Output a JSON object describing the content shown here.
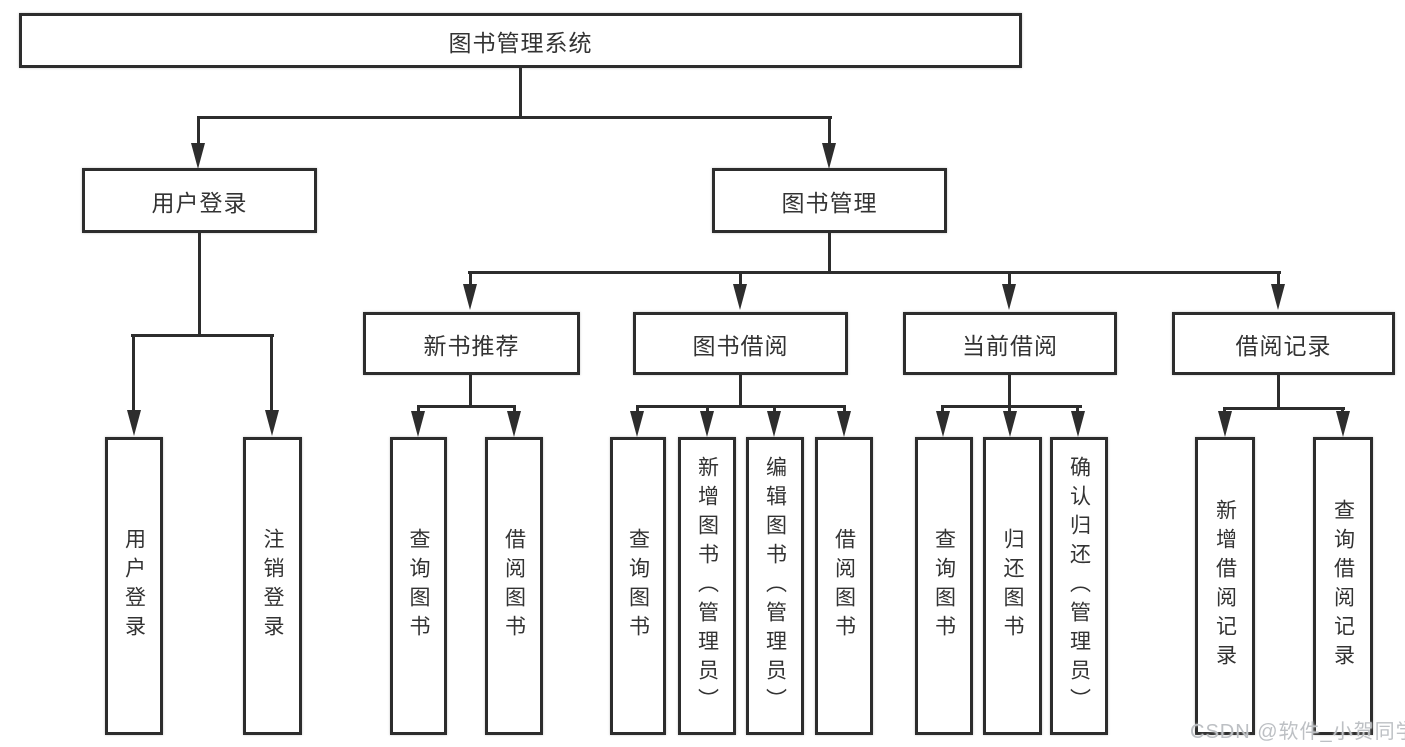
{
  "diagram": {
    "root": {
      "label": "图书管理系统"
    },
    "level2": [
      {
        "id": "user_login",
        "label": "用户登录"
      },
      {
        "id": "book_management",
        "label": "图书管理"
      }
    ],
    "level3": [
      {
        "id": "new_book_recommend",
        "label": "新书推荐"
      },
      {
        "id": "book_borrow",
        "label": "图书借阅"
      },
      {
        "id": "current_borrow",
        "label": "当前借阅"
      },
      {
        "id": "borrow_records",
        "label": "借阅记录"
      }
    ],
    "leaves": [
      {
        "id": "user_login_leaf",
        "parent": "user_login",
        "label": "用户登录"
      },
      {
        "id": "logout",
        "parent": "user_login",
        "label": "注销登录"
      },
      {
        "id": "nb_query_book",
        "parent": "new_book_recommend",
        "label": "查询图书"
      },
      {
        "id": "nb_borrow_book",
        "parent": "new_book_recommend",
        "label": "借阅图书"
      },
      {
        "id": "bb_query_book",
        "parent": "book_borrow",
        "label": "查询图书"
      },
      {
        "id": "bb_add_book_admin",
        "parent": "book_borrow",
        "label": "新增图书（管理员）"
      },
      {
        "id": "bb_edit_book_admin",
        "parent": "book_borrow",
        "label": "编辑图书（管理员）"
      },
      {
        "id": "bb_borrow_book",
        "parent": "book_borrow",
        "label": "借阅图书"
      },
      {
        "id": "cb_query_book",
        "parent": "current_borrow",
        "label": "查询图书"
      },
      {
        "id": "cb_return_book",
        "parent": "current_borrow",
        "label": "归还图书"
      },
      {
        "id": "cb_confirm_return_admin",
        "parent": "current_borrow",
        "label": "确认归还（管理员）"
      },
      {
        "id": "br_add_record",
        "parent": "borrow_records",
        "label": "新增借阅记录"
      },
      {
        "id": "br_query_record",
        "parent": "borrow_records",
        "label": "查询借阅记录"
      }
    ]
  },
  "watermark": {
    "label": "CSDN @软件_小贺同学"
  },
  "colors": {
    "line": "#2d2d2d",
    "text": "#333333",
    "watermark": "#bdc0c4",
    "background": "#ffffff"
  }
}
